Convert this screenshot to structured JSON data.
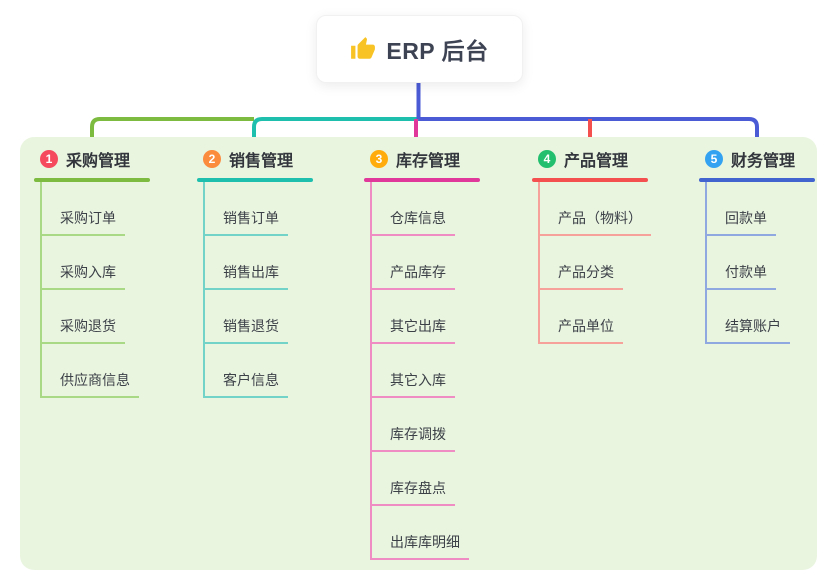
{
  "root": {
    "title": "ERP 后台",
    "icon": "thumbs-up-icon",
    "icon_color": "#f7c325",
    "connector_color": "#4b5bd5"
  },
  "panel": {
    "bg": "#eaf5e0"
  },
  "branches": [
    {
      "index": "1",
      "label": "采购管理",
      "badge_color": "#f54a5e",
      "line_color": "#7cbb3f",
      "child_line_color": "#a9d985",
      "children": [
        "采购订单",
        "采购入库",
        "采购退货",
        "供应商信息"
      ]
    },
    {
      "index": "2",
      "label": "销售管理",
      "badge_color": "#fb8b3d",
      "line_color": "#1fbfae",
      "child_line_color": "#72d4c8",
      "children": [
        "销售订单",
        "销售出库",
        "销售退货",
        "客户信息"
      ]
    },
    {
      "index": "3",
      "label": "库存管理",
      "badge_color": "#ffac0c",
      "line_color": "#e0379b",
      "child_line_color": "#f08cc4",
      "children": [
        "仓库信息",
        "产品库存",
        "其它出库",
        "其它入库",
        "库存调拨",
        "库存盘点",
        "出库库明细"
      ]
    },
    {
      "index": "4",
      "label": "产品管理",
      "badge_color": "#22bf6e",
      "line_color": "#f4504f",
      "child_line_color": "#f7a19b",
      "children": [
        "产品（物料）",
        "产品分类",
        "产品单位"
      ]
    },
    {
      "index": "5",
      "label": "财务管理",
      "badge_color": "#33a3f1",
      "line_color": "#4164cf",
      "child_line_color": "#8fa8df",
      "children": [
        "回款单",
        "付款单",
        "结算账户"
      ]
    }
  ]
}
